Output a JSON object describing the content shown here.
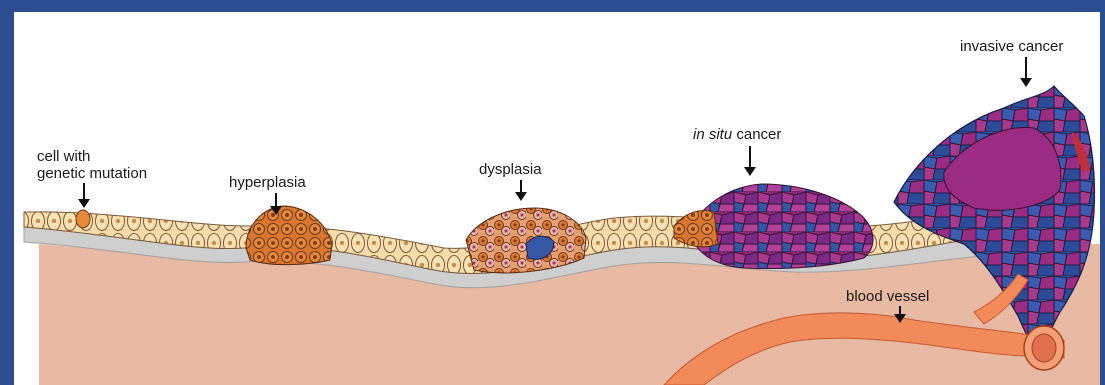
{
  "labels": {
    "cell_with": "cell with",
    "genetic_mutation": "genetic mutation",
    "hyperplasia": "hyperplasia",
    "dysplasia": "dysplasia",
    "in_situ_italic": "in situ",
    "in_situ_rest": " cancer",
    "invasive_cancer": "invasive cancer",
    "blood_vessel": "blood vessel"
  },
  "colors": {
    "background_frame": "#2d4f92",
    "tissue": "#e8b9a3",
    "basement_membrane": "#cfcfcf",
    "normal_cell": "#f6dca8",
    "mutated_cell": "#e68a3a",
    "hyperplasia_cell": "#d9752e",
    "cancer_cell_purple": "#9b2c84",
    "cancer_cell_blue": "#3557a6",
    "blood_vessel": "#f28a5a"
  }
}
